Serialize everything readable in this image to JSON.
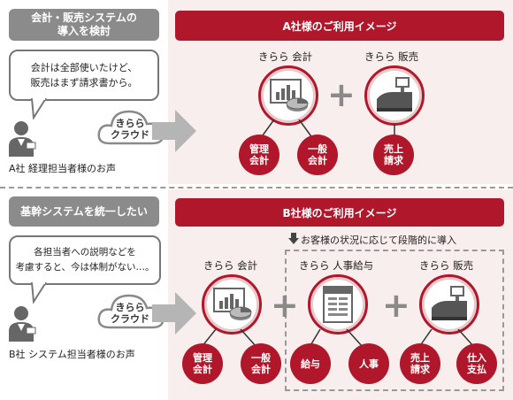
{
  "section_a": {
    "left_header": "会計・販売システムの\n導入を検討",
    "bubble": "会計は全部使いたけど、\n販売はまず請求書から。",
    "cloud_label": "きらら\nクラウド",
    "person_caption": "A社 経理担当者様のお声",
    "right_header": "A社様のご利用イメージ",
    "product1_title": "きらら 会計",
    "product2_title": "きらら 販売",
    "plus": "+",
    "modules": [
      "管理\n会計",
      "一般\n会計",
      "売上\n請求"
    ]
  },
  "section_b": {
    "left_header": "基幹システムを統一したい",
    "bubble": "各担当者への説明などを\n考慮すると、今は体制がない…。",
    "cloud_label": "きらら\nクラウド",
    "person_caption": "B社 システム担当者様のお声",
    "right_header": "B社様のご利用イメージ",
    "note": "お客様の状況に応じて段階的に導入",
    "product1_title": "きらら 会計",
    "product2_title": "きらら 人事給与",
    "product3_title": "きらら 販売",
    "plus": "+",
    "modules": [
      "管理\n会計",
      "一般\n会計",
      "給与",
      "人事",
      "売上\n請求",
      "仕入\n支払"
    ]
  },
  "colors": {
    "accent_red": "#b0172a",
    "header_gray": "#8b8b8b",
    "panel_pink": "#f9eeee"
  },
  "icons": [
    "person-icon",
    "cloud-icon",
    "arrow-right-icon",
    "chart-icon",
    "register-icon",
    "document-icon",
    "arrow-down-icon"
  ]
}
